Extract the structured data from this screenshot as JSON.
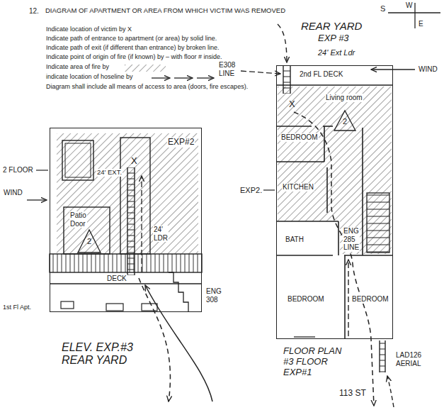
{
  "diagram": {
    "title": "DIAGRAM OF APARTMENT OR AREA FROM WHICH VICTIM WAS REMOVED",
    "nodes": [
      {
        "text": [
          "ELEV. EXP.#3 REAR YARD"
        ]
      },
      {
        "text": [
          "FLOOR PLAN #3 FLOOR EXP#1"
        ]
      },
      {
        "text": [
          "Living room"
        ],
        "in": 1
      },
      {
        "text": [
          "BEDROOM"
        ],
        "in": 1
      },
      {
        "text": [
          "KITCHEN"
        ],
        "in": 1
      },
      {
        "text": [
          "BATH"
        ],
        "in": 1
      },
      {
        "text": [
          "BEDROOM"
        ],
        "in": 1
      },
      {
        "text": [
          "BEDROOM"
        ],
        "in": 1
      }
    ],
    "labels": [
      "12.",
      "Indicate location of victim by X",
      "Indicate path of entrance to apartment (or area) by solid line.",
      "Indicate path of exit (if different than entrance) by broken line.",
      "Indicate point of origin of fire (if known) by – with floor # inside.",
      "Indicate area of fire by",
      "indicate location of hoseline by",
      "Diagram shall include all means of access to area (doors, fire escapes).",
      "S",
      "W",
      "E",
      "REAR YARD",
      "EXP #3",
      "24' Ext Ldr",
      "E308 LINE",
      "2nd FL DECK",
      "WIND",
      "X",
      "2",
      "EXP2.",
      "ENG 285 LINE",
      "LAD126 AERIAL",
      "113 ST",
      "EXP#2",
      "2 FLOOR",
      "WIND",
      "X",
      "24' EXT.",
      "Patio Door",
      "2",
      "24' LDR",
      "DECK",
      "1st Fl Apt.",
      "ENG 308"
    ]
  }
}
